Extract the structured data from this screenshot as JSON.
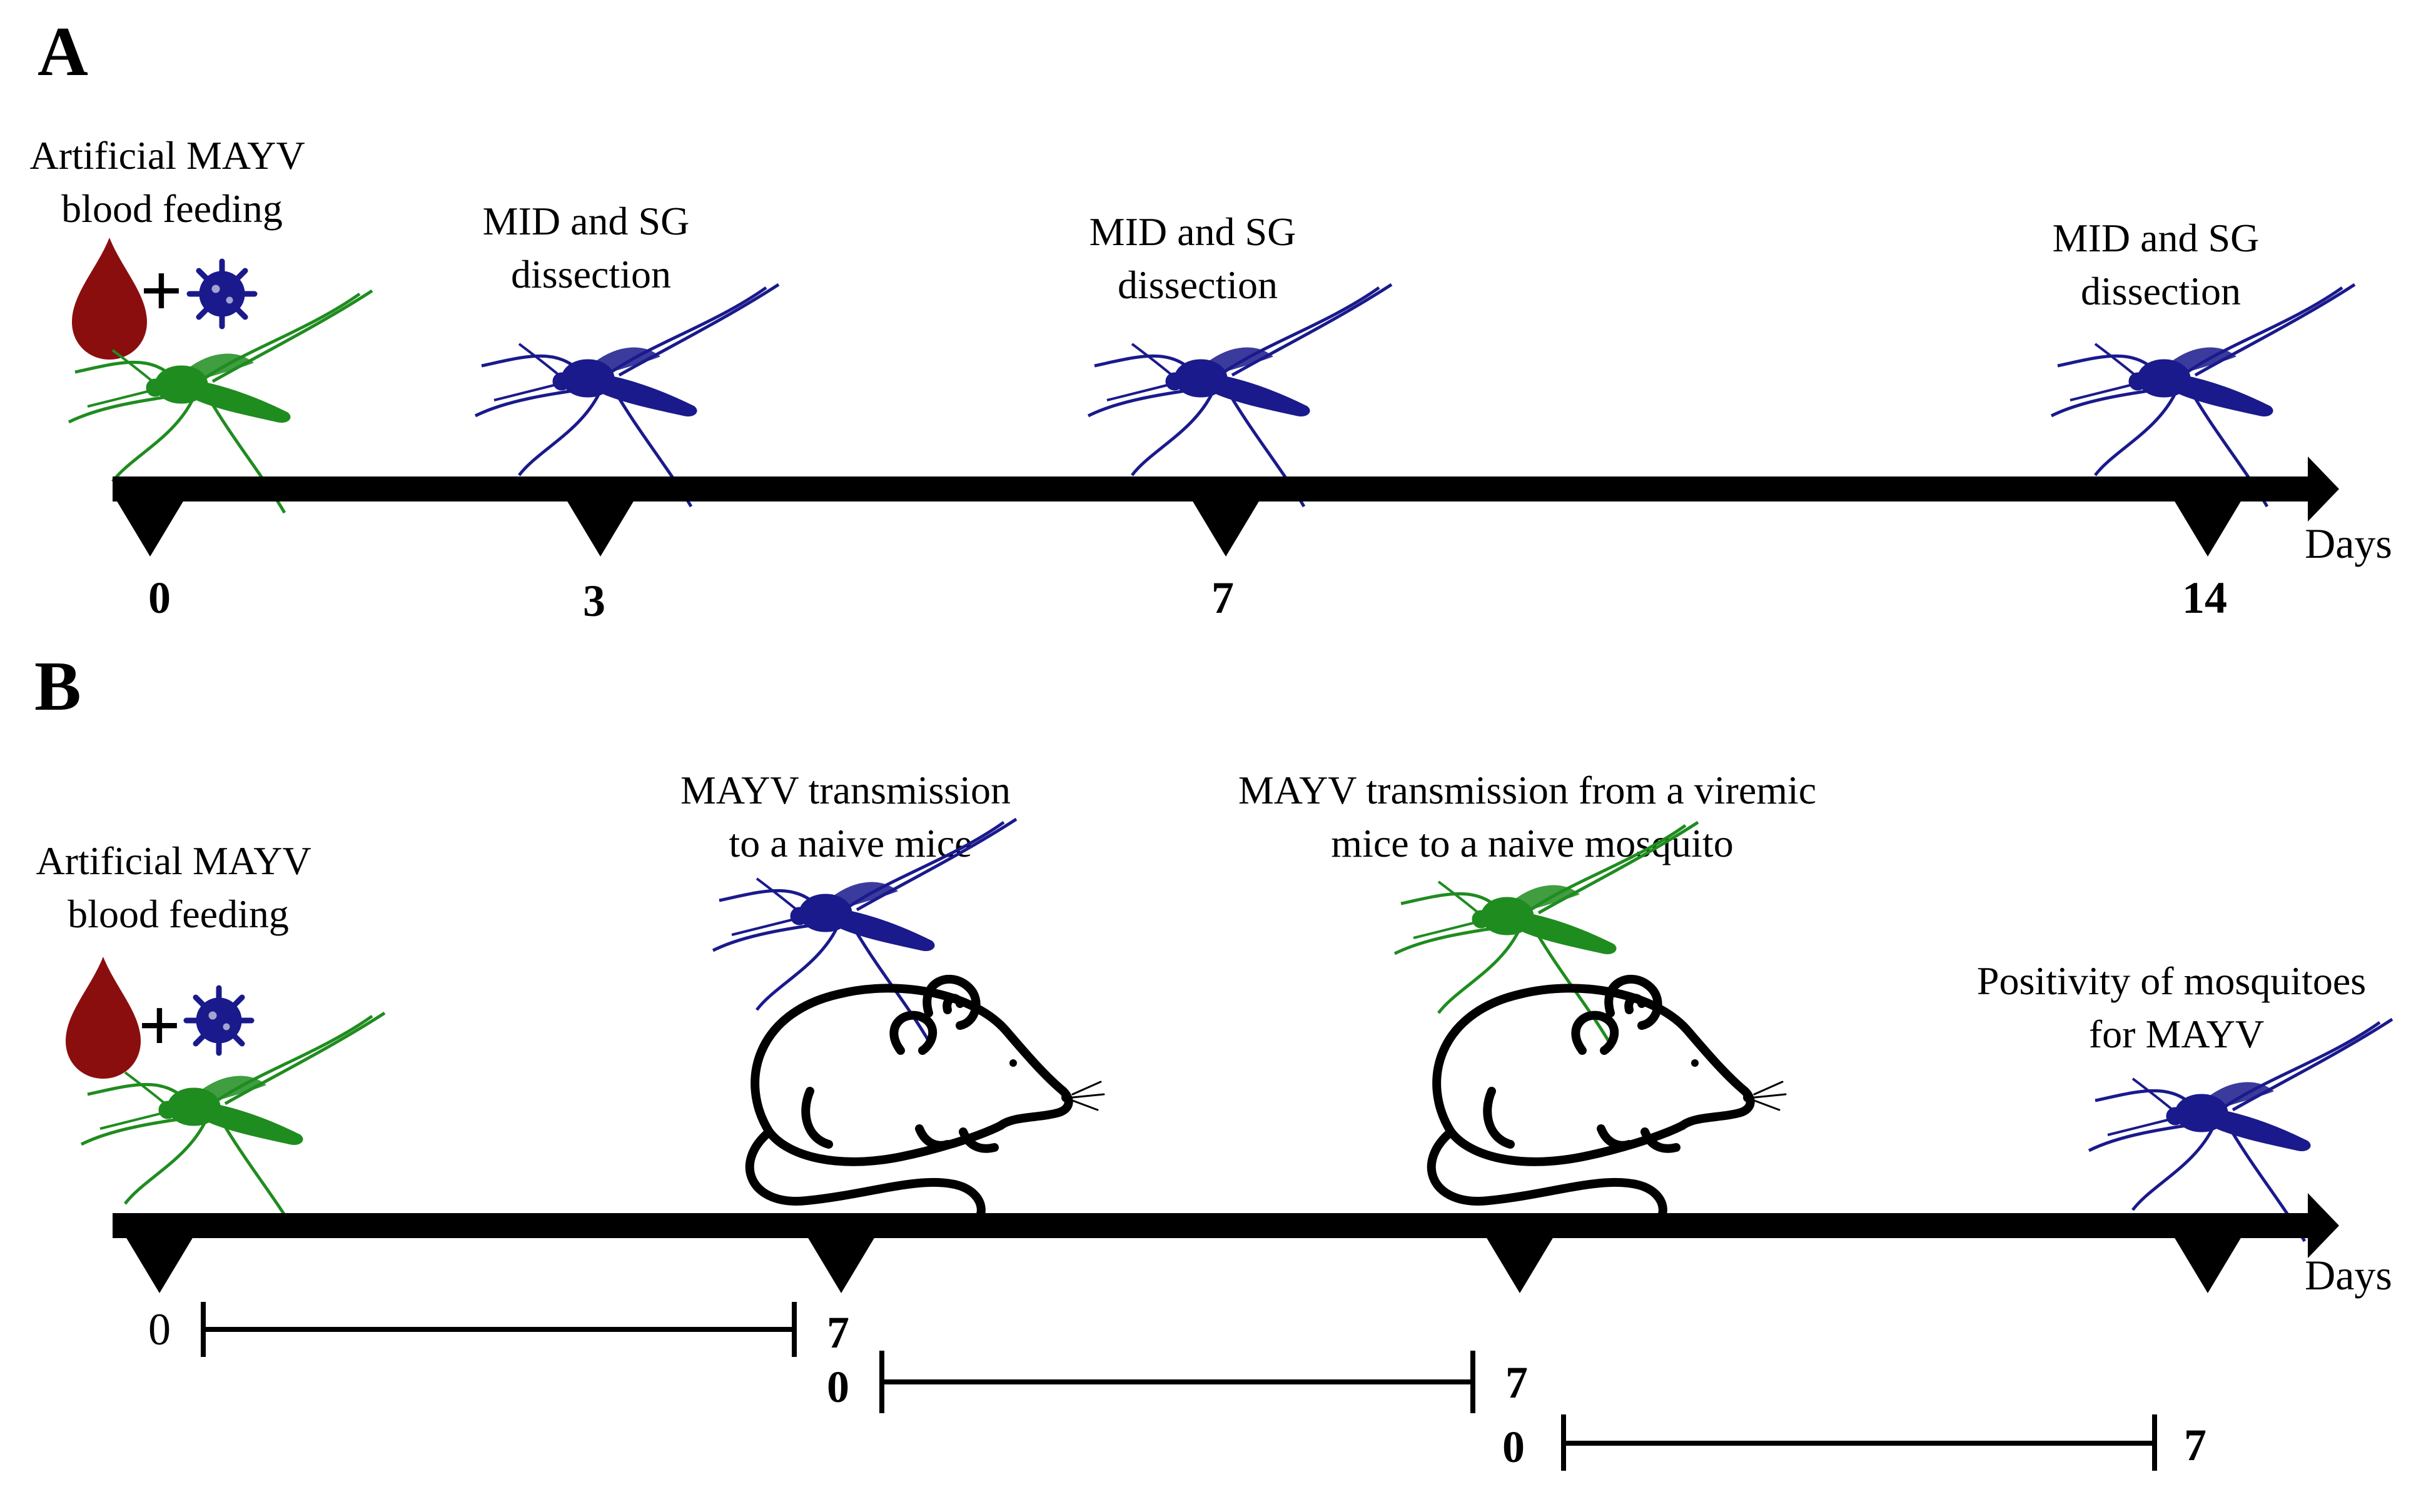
{
  "panelA": {
    "letter": "A",
    "feeding_label": [
      "Artificial MAYV",
      "blood feeding"
    ],
    "plus_sign": "+",
    "days_label": "Days",
    "timepoints": [
      {
        "day": "0",
        "label": []
      },
      {
        "day": "3",
        "label": [
          "MID and SG",
          "dissection"
        ]
      },
      {
        "day": "7",
        "label": [
          "MID and SG",
          "dissection"
        ]
      },
      {
        "day": "14",
        "label": [
          "MID and SG",
          "dissection"
        ]
      }
    ]
  },
  "panelB": {
    "letter": "B",
    "feeding_label": [
      "Artificial MAYV",
      "blood feeding"
    ],
    "plus_sign": "+",
    "days_label": "Days",
    "transmission_to_mice": [
      "MAYV transmission",
      "to a naive mice"
    ],
    "transmission_to_mosquito": [
      "MAYV transmission from a viremic",
      "mice to a naive mosquito"
    ],
    "positivity": [
      "Positivity of mosquitoes",
      "for MAYV"
    ],
    "intervals": [
      {
        "start": "0",
        "end": "7"
      },
      {
        "start": "0",
        "end": "7"
      },
      {
        "start": "0",
        "end": "7"
      }
    ]
  },
  "colors": {
    "infected_mosquito": "#1f8c1f",
    "dissected_mosquito": "#1a1a8c",
    "blood_drop": "#8b0e0e",
    "virus": "#1a1a8c",
    "timeline": "#000000"
  },
  "icons": [
    "mosquito-icon",
    "blood-drop-icon",
    "virus-icon",
    "mouse-icon"
  ]
}
